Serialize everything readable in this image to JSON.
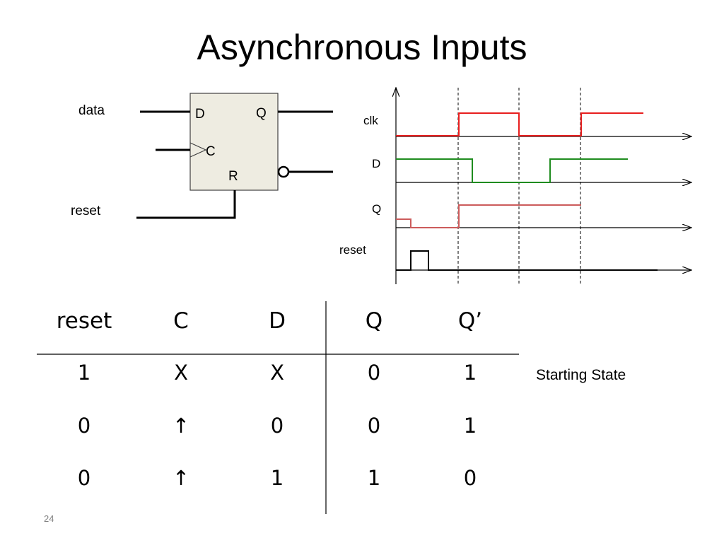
{
  "slide": {
    "title": "Asynchronous Inputs",
    "page_number": "24"
  },
  "flipflop": {
    "input_data": "data",
    "input_reset": "reset",
    "pin_d": "D",
    "pin_q": "Q",
    "pin_c": "C",
    "pin_r": "R"
  },
  "timing": {
    "signals": [
      {
        "name": "clk",
        "color": "#e81e1e"
      },
      {
        "name": "D",
        "color": "#1f8c1f"
      },
      {
        "name": "Q",
        "color": "#cc5c5c"
      },
      {
        "name": "reset",
        "color": "#000000"
      }
    ]
  },
  "truth_table": {
    "headers": [
      "reset",
      "C",
      "D",
      "Q",
      "Q’"
    ],
    "rows": [
      [
        "1",
        "X",
        "X",
        "0",
        "1"
      ],
      [
        "0",
        "↑",
        "0",
        "0",
        "1"
      ],
      [
        "0",
        "↑",
        "1",
        "1",
        "0"
      ]
    ],
    "note": "Starting State"
  }
}
